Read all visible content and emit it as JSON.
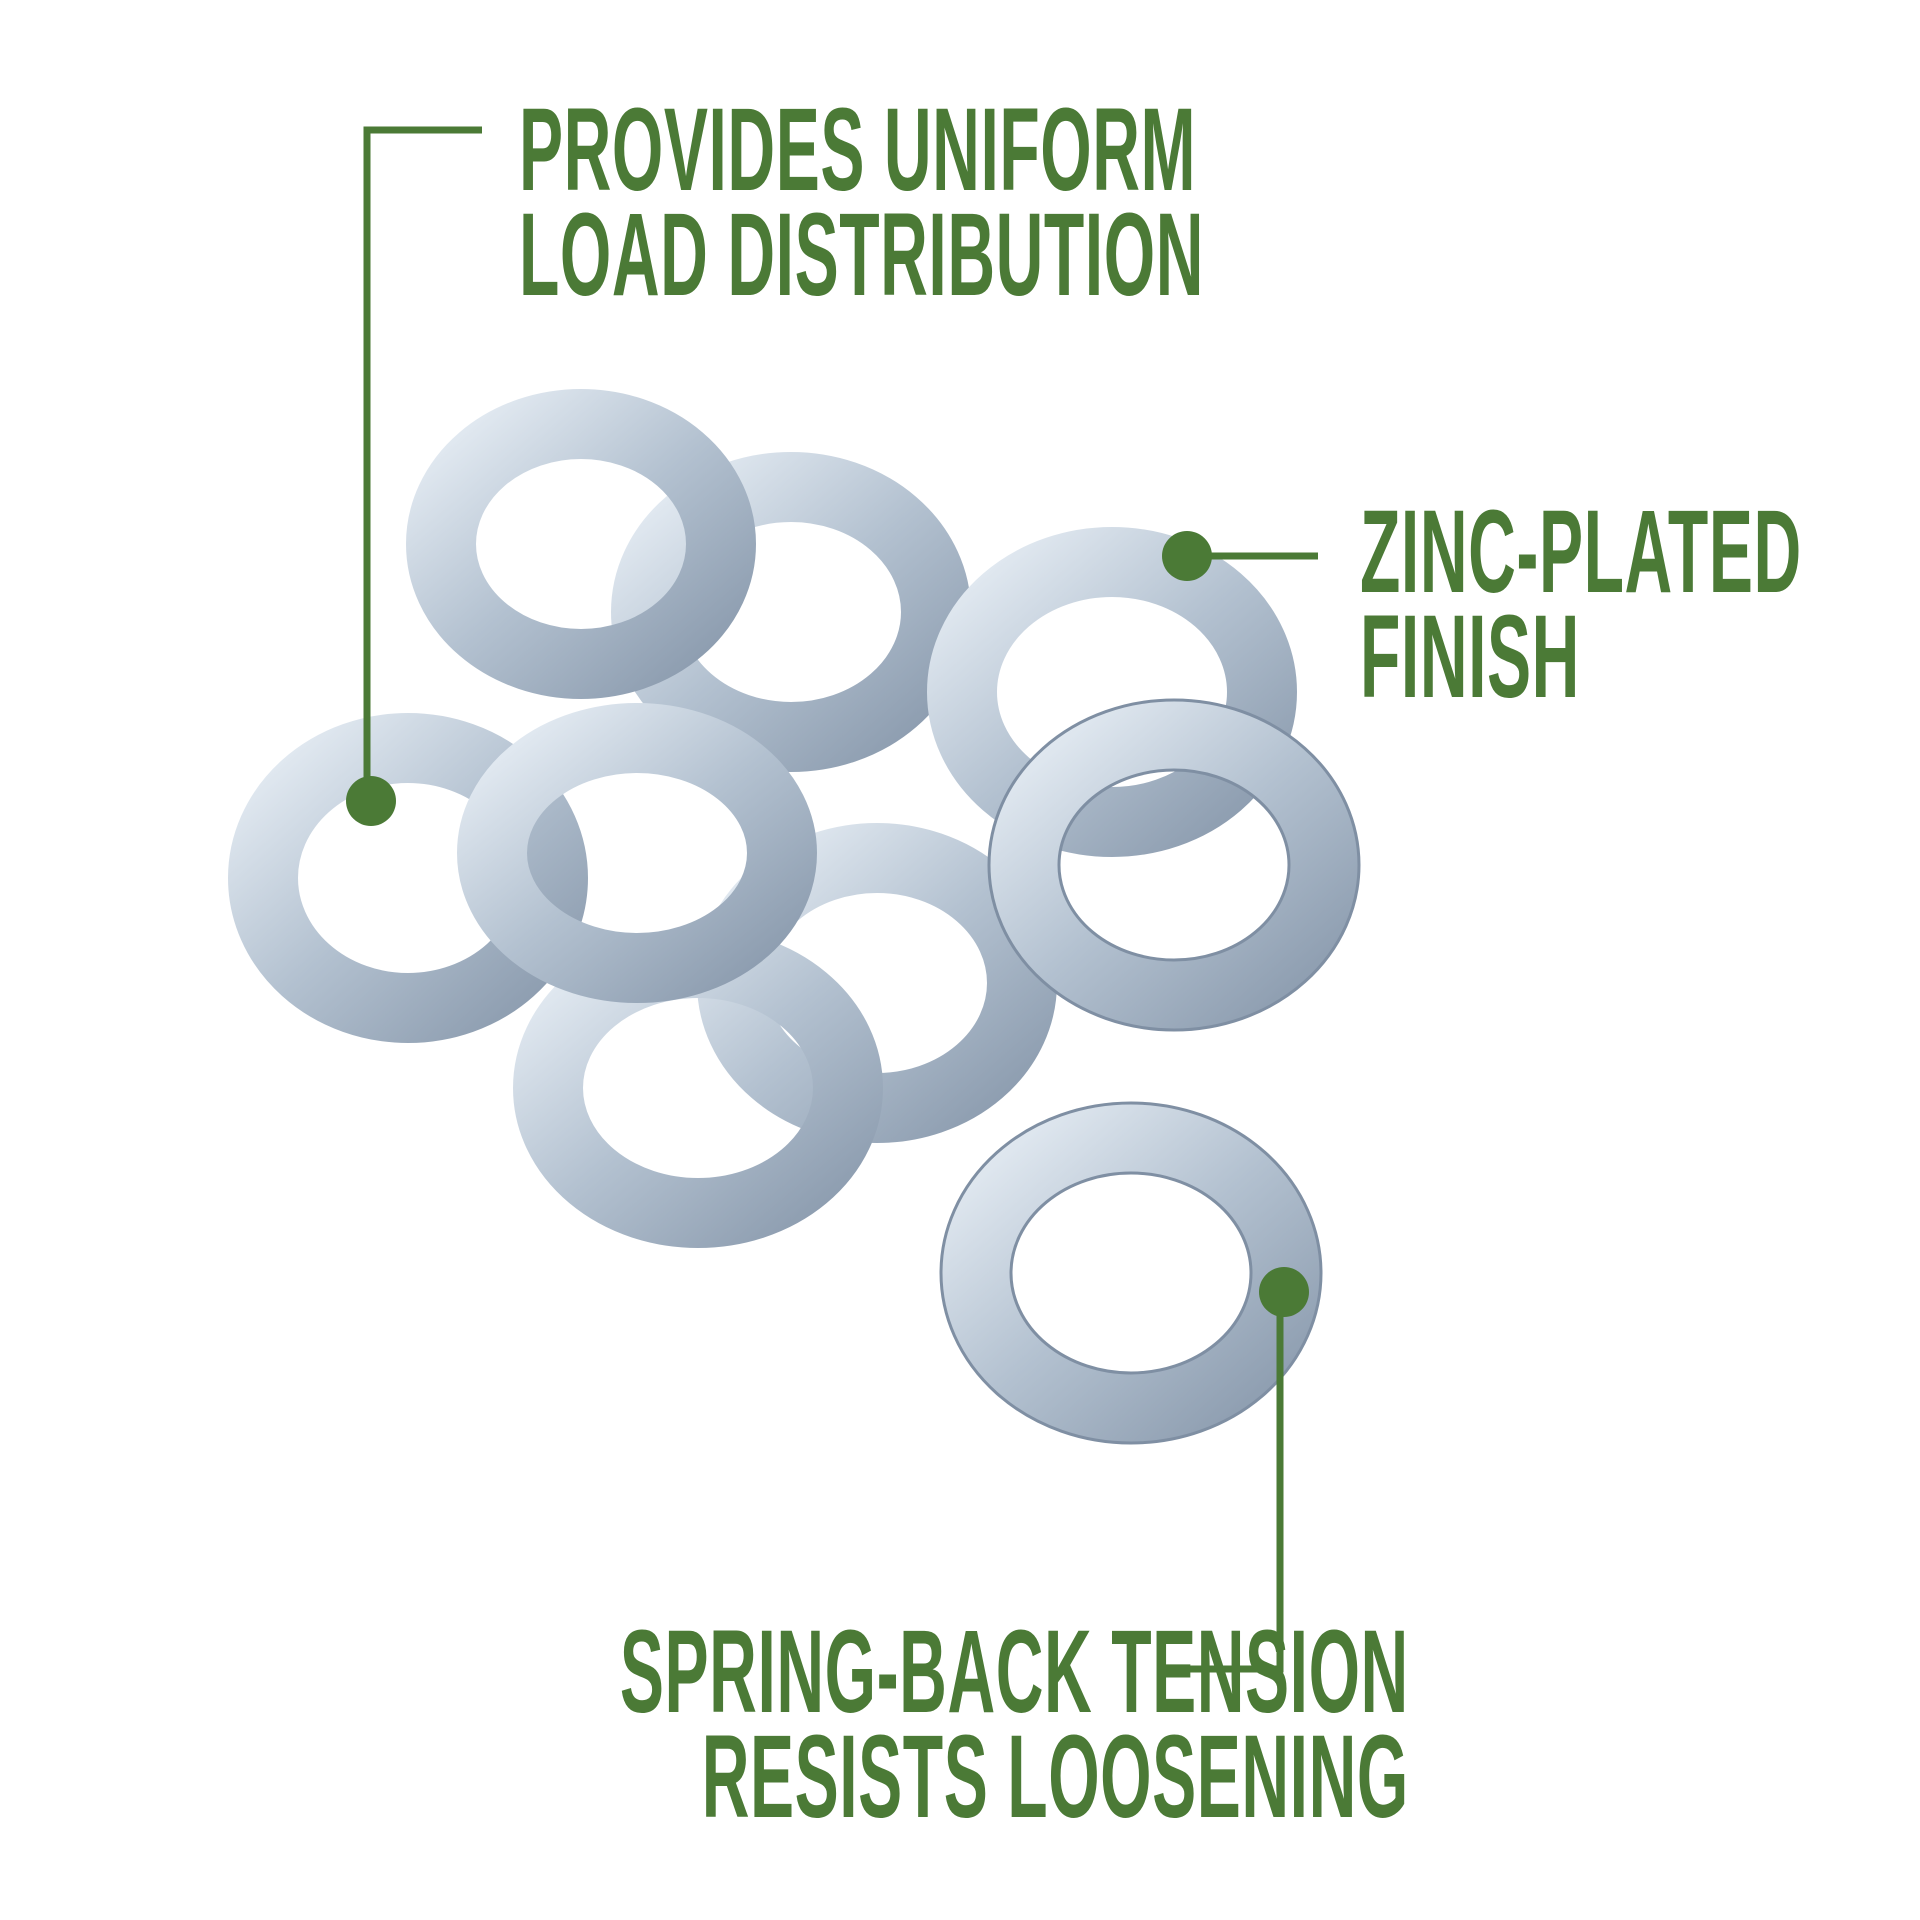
{
  "callouts": {
    "load": {
      "line1": "PROVIDES UNIFORM",
      "line2": "LOAD DISTRIBUTION"
    },
    "finish": {
      "line1": "ZINC-PLATED",
      "line2": "FINISH"
    },
    "tension": {
      "line1": "SPRING-BACK TENSION",
      "line2": "RESISTS LOOSENING"
    }
  },
  "colors": {
    "accent": "#4b7a36",
    "washer": "#b9c6d4"
  }
}
